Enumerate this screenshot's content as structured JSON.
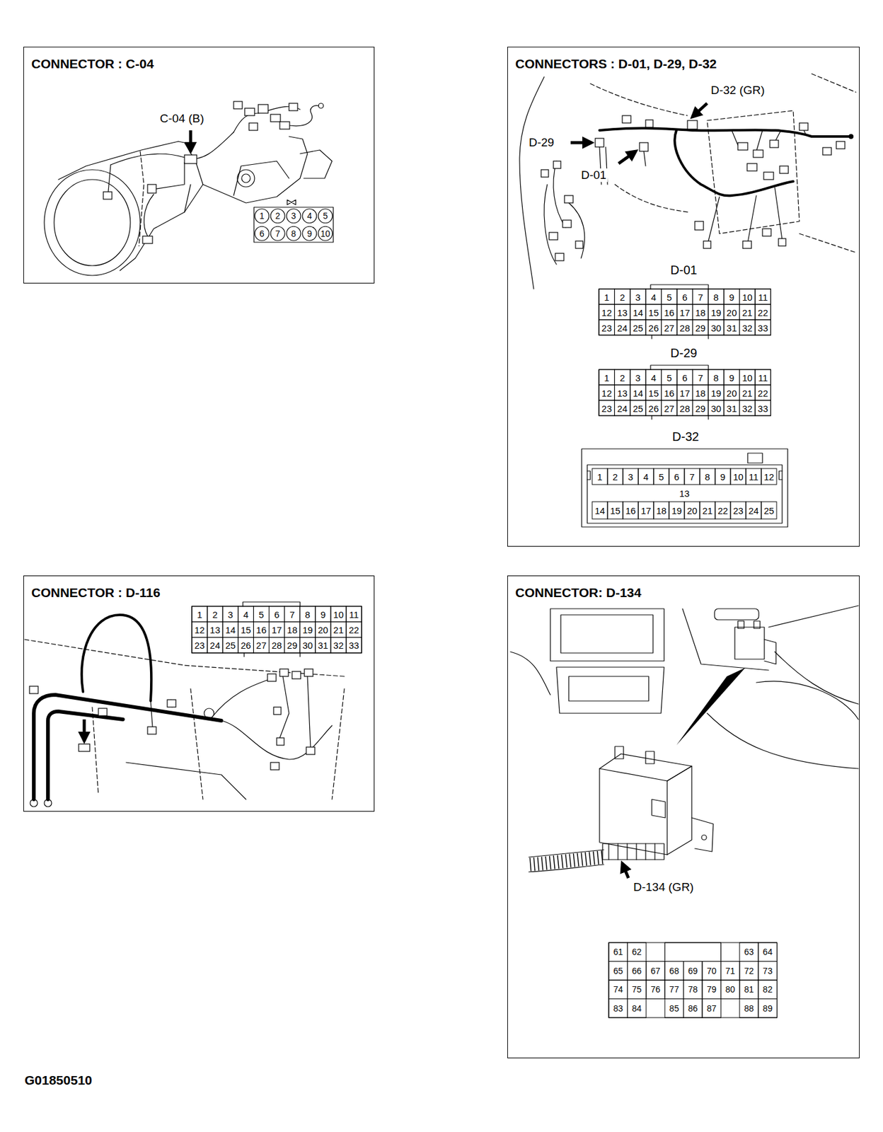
{
  "diagram": {
    "nodes": [
      {
        "text": [
          "CONNECTOR : C-04"
        ]
      },
      {
        "text": [
          "CONNECTORS : D-01, D-29, D-32"
        ]
      },
      {
        "text": [
          "CONNECTOR : D-116"
        ]
      },
      {
        "text": [
          "CONNECTOR: D-134"
        ]
      }
    ],
    "labels": [
      "C-04 (B)",
      "1",
      "2",
      "3",
      "4",
      "5",
      "6",
      "7",
      "8",
      "9",
      "10",
      "D-32 (GR)",
      "D-29",
      "D-01",
      "D-01",
      "1",
      "2",
      "3",
      "4",
      "5",
      "6",
      "7",
      "8",
      "9",
      "10",
      "11",
      "12",
      "13",
      "14",
      "15",
      "16",
      "17",
      "18",
      "19",
      "20",
      "21",
      "22",
      "23",
      "24",
      "25",
      "26",
      "27",
      "28",
      "29",
      "30",
      "31",
      "32",
      "33",
      "D-29",
      "1",
      "2",
      "3",
      "4",
      "5",
      "6",
      "7",
      "8",
      "9",
      "10",
      "11",
      "12",
      "13",
      "14",
      "15",
      "16",
      "17",
      "18",
      "19",
      "20",
      "21",
      "22",
      "23",
      "24",
      "25",
      "26",
      "27",
      "28",
      "29",
      "30",
      "31",
      "32",
      "33",
      "D-32",
      "1",
      "2",
      "3",
      "4",
      "5",
      "6",
      "7",
      "8",
      "9",
      "10",
      "11",
      "12",
      "13",
      "14",
      "15",
      "16",
      "17",
      "18",
      "19",
      "20",
      "21",
      "22",
      "23",
      "24",
      "25",
      "1",
      "2",
      "3",
      "4",
      "5",
      "6",
      "7",
      "8",
      "9",
      "10",
      "11",
      "12",
      "13",
      "14",
      "15",
      "16",
      "17",
      "18",
      "19",
      "20",
      "21",
      "22",
      "23",
      "24",
      "25",
      "26",
      "27",
      "28",
      "29",
      "30",
      "31",
      "32",
      "33",
      "D-134 (GR)",
      "61",
      "62",
      "63",
      "64",
      "65",
      "66",
      "67",
      "68",
      "69",
      "70",
      "71",
      "72",
      "73",
      "74",
      "75",
      "76",
      "77",
      "78",
      "79",
      "80",
      "81",
      "82",
      "83",
      "84",
      "85",
      "86",
      "87",
      "88",
      "89",
      "G01850510"
    ]
  }
}
